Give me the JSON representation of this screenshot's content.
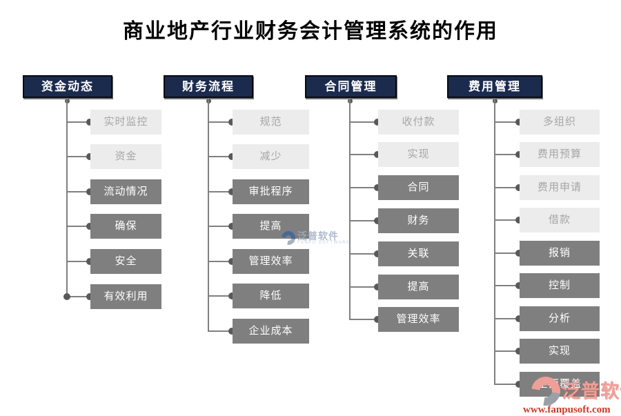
{
  "title": "商业地产行业财务会计管理系统的作用",
  "columns": [
    {
      "header": "资金动态",
      "items": [
        {
          "label": "实时监控",
          "style": "light"
        },
        {
          "label": "资金",
          "style": "light"
        },
        {
          "label": "流动情况",
          "style": "dark"
        },
        {
          "label": "确保",
          "style": "dark"
        },
        {
          "label": "安全",
          "style": "dark"
        },
        {
          "label": "有效利用",
          "style": "dark"
        }
      ]
    },
    {
      "header": "财务流程",
      "items": [
        {
          "label": "规范",
          "style": "light"
        },
        {
          "label": "减少",
          "style": "light"
        },
        {
          "label": "审批程序",
          "style": "dark"
        },
        {
          "label": "提高",
          "style": "dark"
        },
        {
          "label": "管理效率",
          "style": "dark"
        },
        {
          "label": "降低",
          "style": "dark"
        },
        {
          "label": "企业成本",
          "style": "dark"
        }
      ]
    },
    {
      "header": "合同管理",
      "items": [
        {
          "label": "收付款",
          "style": "light"
        },
        {
          "label": "实现",
          "style": "light"
        },
        {
          "label": "合同",
          "style": "dark"
        },
        {
          "label": "财务",
          "style": "dark"
        },
        {
          "label": "关联",
          "style": "dark"
        },
        {
          "label": "提高",
          "style": "dark"
        },
        {
          "label": "管理效率",
          "style": "dark"
        }
      ]
    },
    {
      "header": "费用管理",
      "items": [
        {
          "label": "多组织",
          "style": "light"
        },
        {
          "label": "费用预算",
          "style": "light"
        },
        {
          "label": "费用申请",
          "style": "light"
        },
        {
          "label": "借款",
          "style": "light"
        },
        {
          "label": "报销",
          "style": "dark"
        },
        {
          "label": "控制",
          "style": "dark"
        },
        {
          "label": "分析",
          "style": "dark"
        },
        {
          "label": "实现",
          "style": "dark"
        },
        {
          "label": "全面覆盖",
          "style": "dark"
        }
      ]
    }
  ],
  "watermark_center": {
    "brand": "泛普软件",
    "sub": "FANPU SOFTWARE"
  },
  "watermark_corner": {
    "brand": "泛普软件",
    "url": "www.fanpusoft.com"
  },
  "colors": {
    "header_bg": "#1b2b4d",
    "header_border": "#06090f",
    "node_light_bg": "#ececec",
    "node_light_text": "#a6a6a6",
    "node_dark_bg": "#7f7f7f",
    "node_dark_text": "#ffffff",
    "connector_line": "#7f7f7f",
    "connector_dot": "#595959",
    "watermark_brand": "#ef9f98",
    "watermark_url": "#cc3a28",
    "watermark_center_text": "#a3b0c2"
  }
}
